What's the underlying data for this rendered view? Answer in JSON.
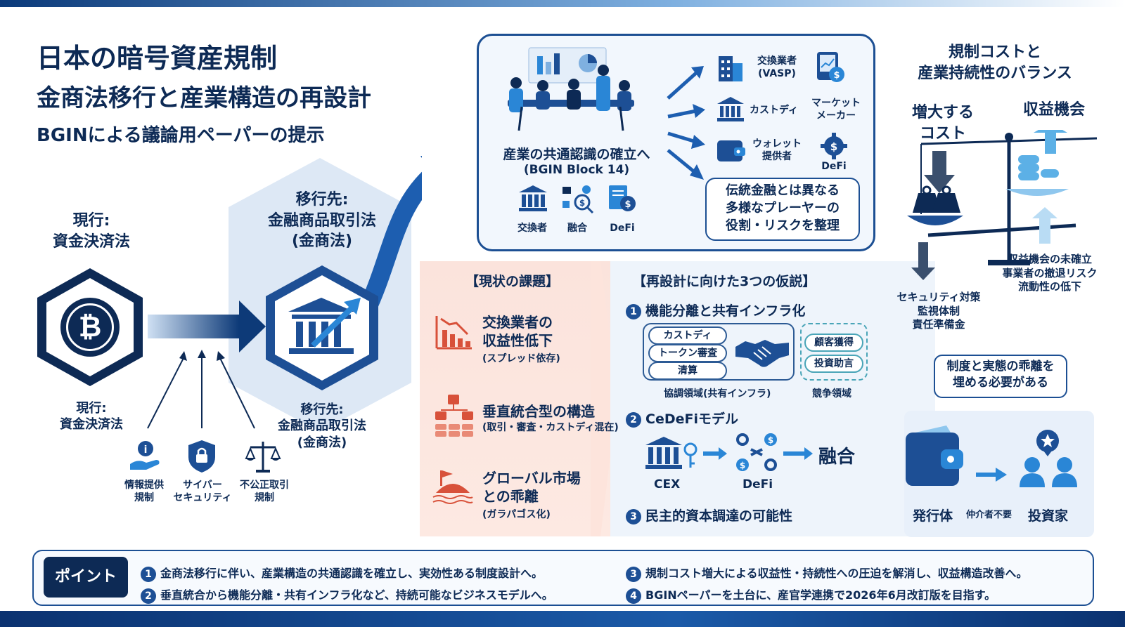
{
  "title": {
    "line1": "日本の暗号資産規制",
    "line2": "金商法移行と産業構造の再設計",
    "line3": "BGINによる議論用ペーパーの提示"
  },
  "left": {
    "current_heading_line1": "現行:",
    "current_heading_line2": "資金決済法",
    "current_label_line1": "現行:",
    "current_label_line2": "資金決済法",
    "target_heading_line1": "移行先:",
    "target_heading_line2": "金融商品取引法",
    "target_heading_line3": "(金商法)",
    "target_label_line1": "移行先:",
    "target_label_line2": "金融商品取引法",
    "target_label_line3": "(金商法)",
    "pillars": [
      {
        "line1": "情報提供",
        "line2": "規制",
        "icon": "info-hand-icon"
      },
      {
        "line1": "サイバー",
        "line2": "セキュリティ",
        "icon": "shield-lock-icon"
      },
      {
        "line1": "不公正取引",
        "line2": "規制",
        "icon": "scales-icon"
      }
    ]
  },
  "top_panel": {
    "heading": "産業の共通認識の確立へ",
    "subheading": "(BGIN Block 14)",
    "bottom_icons": [
      {
        "label": "交換者",
        "icon": "bank-icon"
      },
      {
        "label": "融合",
        "icon": "network-icon"
      },
      {
        "label": "DeFi",
        "icon": "document-coin-icon"
      }
    ],
    "players": [
      {
        "line1": "交換業者",
        "line2": "(VASP)",
        "icon": "building-icon"
      },
      {
        "line1": "マーケット",
        "line2": "メーカー",
        "icon": "chart-coin-icon"
      },
      {
        "line1": "カストディ",
        "line2": "",
        "icon": "bank-icon"
      },
      {
        "line1": "ウォレット",
        "line2": "提供者",
        "icon": "wallet-icon"
      },
      {
        "line1": "DeFi",
        "line2": "",
        "icon": "gear-coin-icon"
      }
    ],
    "callout_line1": "伝統金融とは異なる",
    "callout_line2": "多様なプレーヤーの",
    "callout_line3": "役割・リスクを整理"
  },
  "issues": {
    "heading": "【現状の課題】",
    "items": [
      {
        "line1": "交換業者の",
        "line2": "収益性低下",
        "note": "(スプレッド依存)",
        "icon": "declining-chart-icon"
      },
      {
        "line1": "垂直統合型の構造",
        "line2": "",
        "note": "(取引・審査・カストディ混在)",
        "icon": "hierarchy-icon"
      },
      {
        "line1": "グローバル市場",
        "line2": "との乖離",
        "note": "(ガラパゴス化)",
        "icon": "island-icon"
      }
    ]
  },
  "hypotheses": {
    "heading": "【再設計に向けた3つの仮説】",
    "h1": {
      "num": "1",
      "title": "機能分離と共有インフラ化",
      "coop_items": [
        "カストディ",
        "トークン審査",
        "清算"
      ],
      "comp_items": [
        "顧客獲得",
        "投資助言"
      ],
      "coop_label": "協調領域(共有インフラ)",
      "comp_label": "競争領域"
    },
    "h2": {
      "num": "2",
      "title": "CeDeFiモデル",
      "cex": "CEX",
      "defi": "DeFi",
      "result": "融合"
    },
    "h3": {
      "num": "3",
      "title": "民主的資本調達の可能性",
      "issuer": "発行体",
      "middle": "仲介者不要",
      "investor": "投資家"
    }
  },
  "balance": {
    "heading_line1": "規制コストと",
    "heading_line2": "産業持続性のバランス",
    "cost_line1": "増大する",
    "cost_line2": "コスト",
    "revenue": "収益機会",
    "cost_items": [
      "セキュリティ対策",
      "監視体制",
      "責任準備金"
    ],
    "revenue_items": [
      "収益機会の未確立",
      "事業者の撤退リスク",
      "流動性の低下"
    ],
    "note_line1": "制度と実態の乖離を",
    "note_line2": "埋める必要がある"
  },
  "points": {
    "badge": "ポイント",
    "items": [
      {
        "num": "1",
        "text": "金商法移行に伴い、産業構造の共通認識を確立し、実効性ある制度設計へ。"
      },
      {
        "num": "2",
        "text": "垂直統合から機能分離・共有インフラ化など、持続可能なビジネスモデルへ。"
      },
      {
        "num": "3",
        "text": "規制コスト増大による収益性・持続性への圧迫を解消し、収益構造改善へ。"
      },
      {
        "num": "4",
        "text": "BGINペーパーを土台に、産官学連携で2026年6月改訂版を目指す。"
      }
    ]
  },
  "colors": {
    "navy": "#0d2a55",
    "blue": "#1d4f95",
    "accent": "#2a86d6",
    "issue_red": "#d8513a"
  }
}
